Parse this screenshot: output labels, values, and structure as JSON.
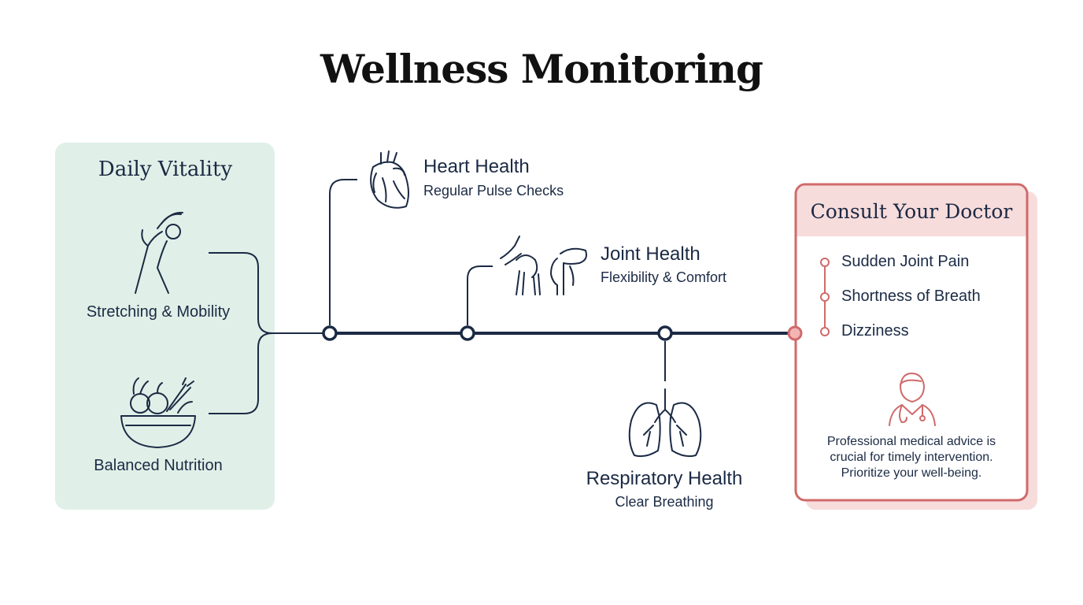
{
  "title": "Wellness Monitoring",
  "daily_vitality": {
    "title": "Daily Vitality",
    "items": [
      {
        "label": "Stretching & Mobility",
        "icon": "stretching-person-icon"
      },
      {
        "label": "Balanced Nutrition",
        "icon": "food-bowl-icon"
      }
    ]
  },
  "nodes": [
    {
      "title": "Heart Health",
      "subtitle": "Regular Pulse Checks",
      "icon": "heart-icon"
    },
    {
      "title": "Joint Health",
      "subtitle": "Flexibility & Comfort",
      "icon": "joints-icon"
    },
    {
      "title": "Respiratory Health",
      "subtitle": "Clear Breathing",
      "icon": "lungs-icon"
    }
  ],
  "doctor": {
    "title": "Consult Your Doctor",
    "warnings": [
      "Sudden Joint Pain",
      "Shortness of Breath",
      "Dizziness"
    ],
    "icon": "doctor-icon",
    "note_lines": [
      "Professional medical advice is",
      "crucial for timely intervention.",
      "Prioritize your well-being."
    ]
  },
  "colors": {
    "navy": "#1b2a44",
    "mint_panel": "#e0f0e8",
    "alert_red": "#d06a6a",
    "alert_tint": "#f7dcdc"
  }
}
